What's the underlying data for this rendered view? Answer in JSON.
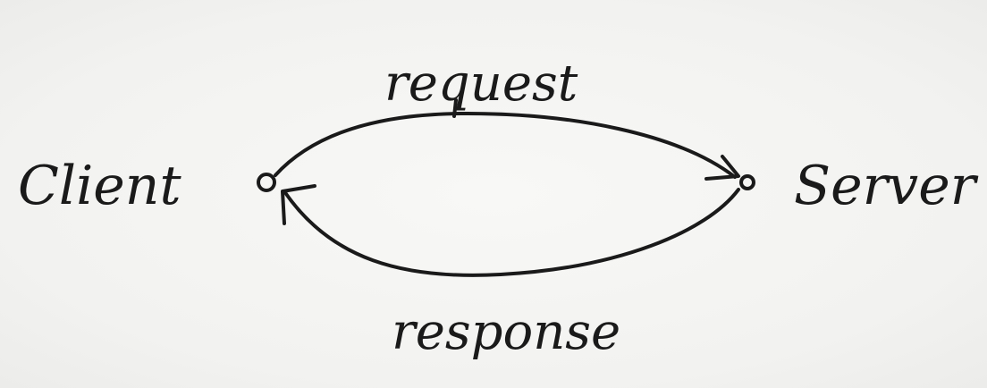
{
  "nodes": {
    "client": {
      "label": "Client"
    },
    "server": {
      "label": "Server"
    }
  },
  "edges": {
    "request": {
      "label": "request",
      "from": "Client",
      "to": "Server"
    },
    "response": {
      "label": "response",
      "from": "Server",
      "to": "Client"
    }
  },
  "colors": {
    "ink": "#1a1a1a",
    "paper": "#f4f4f2"
  }
}
